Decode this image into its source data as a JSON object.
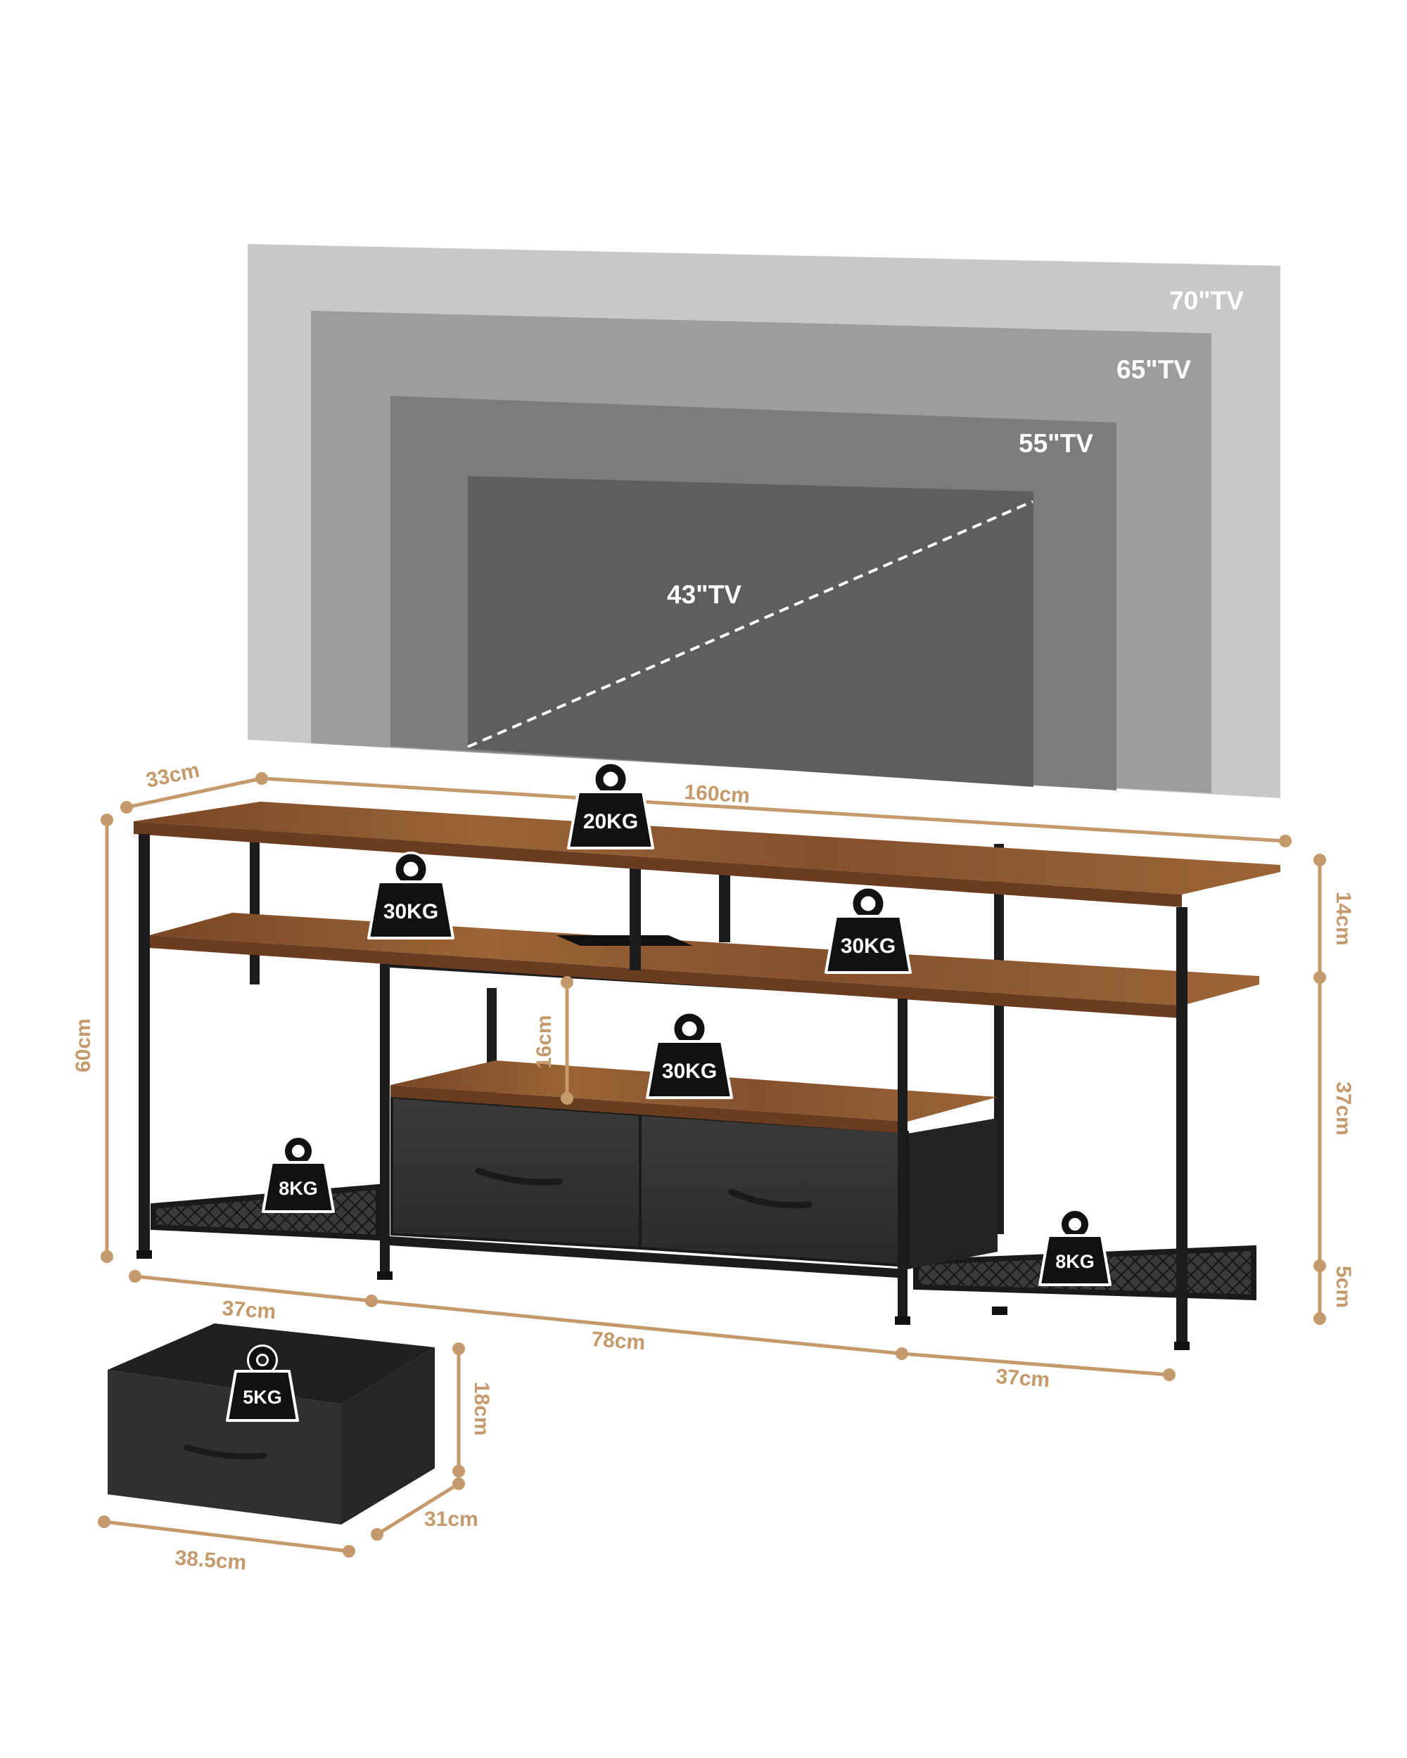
{
  "tv_sizes": [
    "70\"TV",
    "65\"TV",
    "55\"TV",
    "43\"TV"
  ],
  "dimensions": {
    "depth": "33cm",
    "width": "160cm",
    "height": "60cm",
    "shelf_gap_top": "14cm",
    "shelf_gap_middle": "37cm",
    "shelf_gap_bottom": "5cm",
    "inner_shelf_height": "16cm",
    "side_bay_left": "37cm",
    "center_bay": "78cm",
    "side_bay_right": "37cm",
    "drawer_height": "18cm",
    "drawer_depth": "31cm",
    "drawer_width": "38.5cm"
  },
  "weights": {
    "top_shelf": "20KG",
    "middle_shelf_left": "30KG",
    "middle_shelf_right": "30KG",
    "drawer_shelf": "30KG",
    "bottom_left": "8KG",
    "bottom_right": "8KG",
    "drawer": "5KG"
  },
  "colors": {
    "dimension": "#c49a6c",
    "wood": "#8a5530",
    "frame": "#1c1c1c",
    "fabric": "#333333",
    "weight_badge": "#111111"
  }
}
